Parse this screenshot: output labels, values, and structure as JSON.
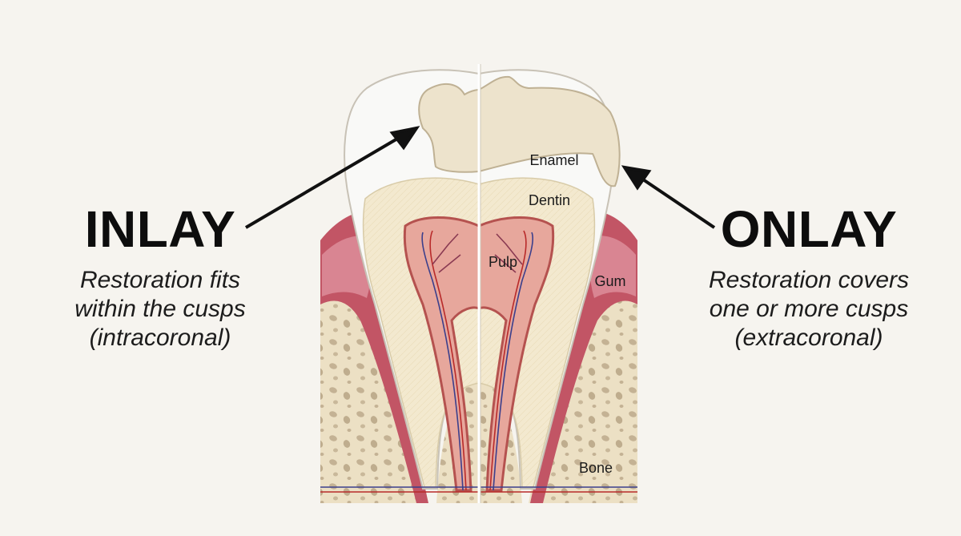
{
  "inlay": {
    "title": "INLAY",
    "lines": [
      "Restoration fits",
      "within the cusps",
      "(intracoronal)"
    ]
  },
  "onlay": {
    "title": "ONLAY",
    "lines": [
      "Restoration covers",
      "one or more cusps",
      "(extracoronal)"
    ]
  },
  "labels": {
    "enamel": "Enamel",
    "dentin": "Dentin",
    "pulp": "Pulp",
    "gum": "Gum",
    "bone": "Bone"
  },
  "colors": {
    "background": "#f6f4ef",
    "enamel": "#f9f9f7",
    "dentin": "#f3e9cf",
    "pulp": "#e7a79c",
    "gum": "#c25565",
    "bone": "#ece0c4",
    "restoration": "#ede3cc",
    "arrow": "#111111"
  }
}
